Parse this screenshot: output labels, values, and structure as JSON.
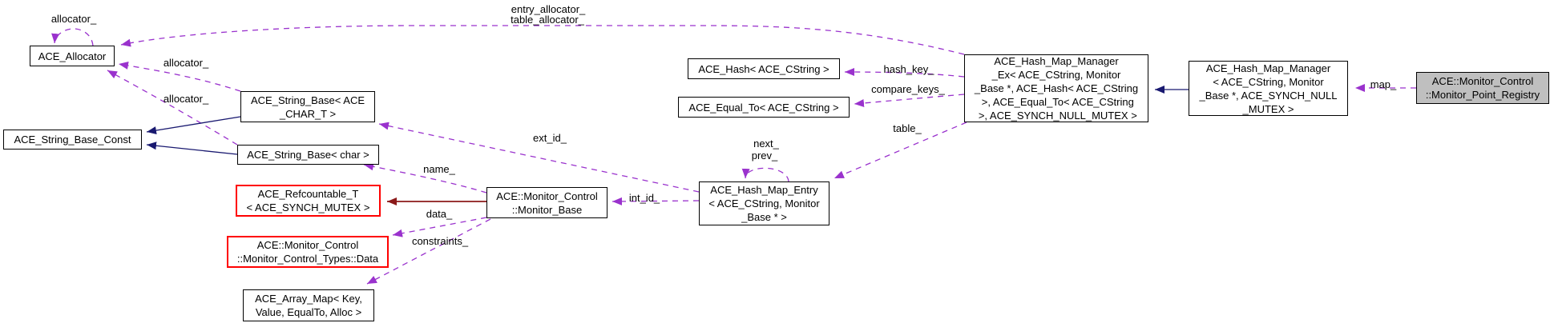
{
  "diagram": {
    "kind": "collaboration-graph",
    "colors": {
      "background": "#ffffff",
      "usage_edge": "#9a32cd",
      "inheritance_edge": "#191970",
      "protected_inheritance_edge": "#8b1a1a",
      "node_border": "#000000",
      "truncated_node_border": "#ff0000",
      "current_node_fill": "#bfbfbf"
    },
    "nodes": {
      "ace_allocator": {
        "lines": [
          "ACE_Allocator"
        ]
      },
      "string_base_const": {
        "lines": [
          "ACE_String_Base_Const"
        ]
      },
      "string_base_char_t": {
        "lines": [
          "ACE_String_Base< ACE",
          "_CHAR_T >"
        ]
      },
      "string_base_char": {
        "lines": [
          "ACE_String_Base< char >"
        ]
      },
      "refcountable_t": {
        "lines": [
          "ACE_Refcountable_T",
          "< ACE_SYNCH_MUTEX >"
        ]
      },
      "monitor_control_types_data": {
        "lines": [
          "ACE::Monitor_Control",
          "::Monitor_Control_Types::Data"
        ]
      },
      "array_map": {
        "lines": [
          "ACE_Array_Map< Key,",
          "Value, EqualTo, Alloc >"
        ]
      },
      "monitor_base": {
        "lines": [
          "ACE::Monitor_Control",
          "::Monitor_Base"
        ]
      },
      "hash_map_entry": {
        "lines": [
          "ACE_Hash_Map_Entry",
          "< ACE_CString, Monitor",
          "_Base * >"
        ]
      },
      "ace_hash": {
        "lines": [
          "ACE_Hash< ACE_CString >"
        ]
      },
      "ace_equal_to": {
        "lines": [
          "ACE_Equal_To< ACE_CString >"
        ]
      },
      "hash_map_manager_ex": {
        "lines": [
          "ACE_Hash_Map_Manager",
          "_Ex< ACE_CString, Monitor",
          "_Base *, ACE_Hash< ACE_CString",
          " >, ACE_Equal_To< ACE_CString",
          " >, ACE_SYNCH_NULL_MUTEX >"
        ]
      },
      "hash_map_manager": {
        "lines": [
          "ACE_Hash_Map_Manager",
          "< ACE_CString, Monitor",
          "_Base *, ACE_SYNCH_NULL",
          "_MUTEX >"
        ]
      },
      "monitor_point_registry": {
        "lines": [
          "ACE::Monitor_Control",
          "::Monitor_Point_Registry"
        ]
      }
    },
    "edge_labels": {
      "allocator_self": "allocator_",
      "allocator_char_t": "allocator_",
      "allocator_char": "allocator_",
      "entry_allocator": "entry_allocator_",
      "table_allocator": "table_allocator_",
      "hash_key": "hash_key_",
      "compare_keys": "compare_keys_",
      "table": "table_",
      "map": "map_",
      "ext_id": "ext_id_",
      "name": "name_",
      "int_id": "int_id_",
      "data": "data_",
      "constraints": "constraints_",
      "next": "next_",
      "prev": "prev_"
    }
  }
}
